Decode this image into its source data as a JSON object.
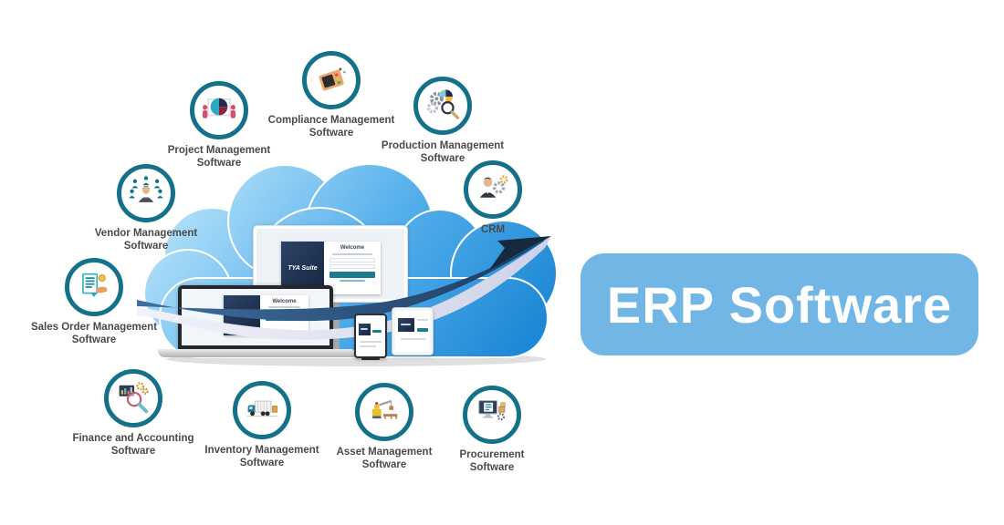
{
  "banner": {
    "label": "ERP Software"
  },
  "modules": [
    {
      "id": "project-management",
      "label": "Project Management Software"
    },
    {
      "id": "compliance-management",
      "label": "Compliance Management Software"
    },
    {
      "id": "production-management",
      "label": "Production Management Software"
    },
    {
      "id": "vendor-management",
      "label": "Vendor Management Software"
    },
    {
      "id": "crm",
      "label": "CRM"
    },
    {
      "id": "sales-order-management",
      "label": "Sales Order Management Software"
    },
    {
      "id": "finance-accounting",
      "label": "Finance and Accounting Software"
    },
    {
      "id": "inventory-management",
      "label": "Inventory Management Software"
    },
    {
      "id": "asset-management",
      "label": "Asset Management Software"
    },
    {
      "id": "procurement",
      "label": "Procurement Software"
    }
  ],
  "cloud": {
    "devices": [
      "desktop-monitor",
      "laptop",
      "smartphone",
      "tablet"
    ],
    "login": {
      "brand": "TYA Suite",
      "title": "Welcome"
    }
  },
  "colors": {
    "ring_teal": "#15708a",
    "cloud_blue": "#47a9ea",
    "banner_blue": "#72b6e6",
    "swoosh_navy": "#1d3a5c",
    "button_teal": "#1f7a8c",
    "label_gray": "#4a4a4a"
  }
}
